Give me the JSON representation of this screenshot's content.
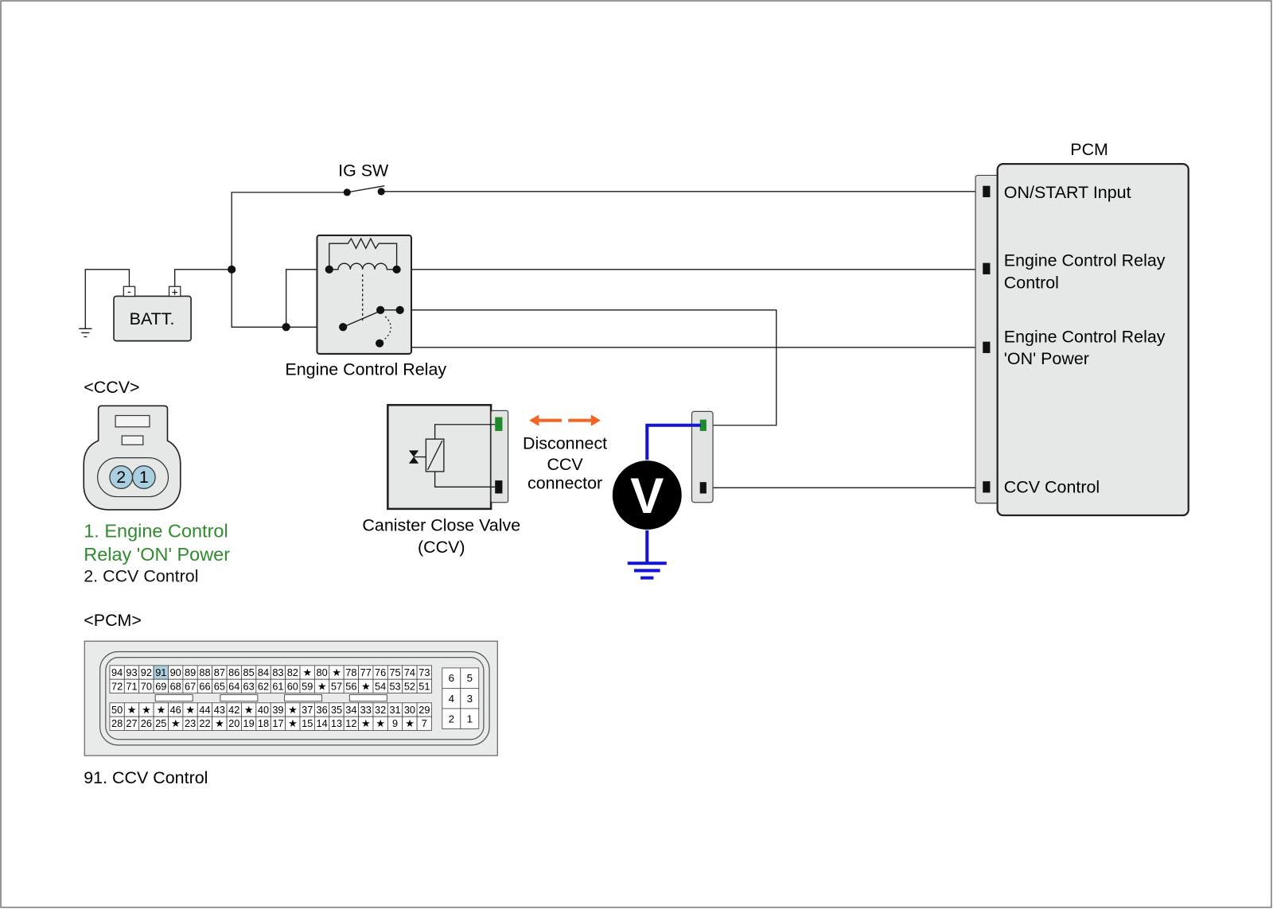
{
  "ig_switch": {
    "label": "IG SW"
  },
  "battery": {
    "label": "BATT.",
    "negative_terminal": "-",
    "positive_terminal": "+"
  },
  "relay": {
    "label": "Engine Control Relay"
  },
  "pcm": {
    "title": "PCM",
    "terminals": [
      {
        "lines": [
          "ON/START Input"
        ]
      },
      {
        "lines": [
          "Engine Control Relay",
          "Control"
        ]
      },
      {
        "lines": [
          "Engine Control Relay",
          "'ON' Power"
        ]
      },
      {
        "lines": [
          "CCV Control"
        ]
      }
    ]
  },
  "ccv": {
    "label_lines": [
      "Canister Close Valve",
      "(CCV)"
    ]
  },
  "disconnect_note": {
    "lines": [
      "Disconnect",
      "CCV",
      "connector"
    ]
  },
  "voltmeter": {
    "symbol": "V"
  },
  "ccv_connector_view": {
    "title": "<CCV>",
    "pins": [
      "2",
      "1"
    ],
    "legend": [
      {
        "lines": [
          "1. Engine Control",
          "Relay 'ON' Power"
        ],
        "color": "#2e8b2e"
      },
      {
        "lines": [
          "2. CCV Control"
        ],
        "color": "#111111"
      }
    ]
  },
  "pcm_connector_view": {
    "title": "<PCM>",
    "main_rows": [
      [
        "94",
        "93",
        "92",
        "91",
        "90",
        "89",
        "88",
        "87",
        "86",
        "85",
        "84",
        "83",
        "82",
        "★",
        "80",
        "★",
        "78",
        "77",
        "76",
        "75",
        "74",
        "73"
      ],
      [
        "72",
        "71",
        "70",
        "69",
        "68",
        "67",
        "66",
        "65",
        "64",
        "63",
        "62",
        "61",
        "60",
        "59",
        "★",
        "57",
        "56",
        "★",
        "54",
        "53",
        "52",
        "51"
      ],
      [
        "50",
        "★",
        "★",
        "★",
        "46",
        "★",
        "44",
        "43",
        "42",
        "★",
        "40",
        "39",
        "★",
        "37",
        "36",
        "35",
        "34",
        "33",
        "32",
        "31",
        "30",
        "29"
      ],
      [
        "28",
        "27",
        "26",
        "25",
        "★",
        "23",
        "22",
        "★",
        "20",
        "19",
        "18",
        "17",
        "★",
        "15",
        "14",
        "13",
        "12",
        "★",
        "★",
        "9",
        "★",
        "7"
      ]
    ],
    "aux_rows": [
      [
        "6",
        "5"
      ],
      [
        "4",
        "3"
      ],
      [
        "2",
        "1"
      ]
    ],
    "highlighted_pin": 91,
    "legend": "91. CCV Control"
  },
  "colors": {
    "meter_lead": "#1414d6",
    "disconnect_arrows": "#f26522",
    "signal_pin": "#1f8a2a",
    "highlight_fill": "#a9cfe0"
  }
}
